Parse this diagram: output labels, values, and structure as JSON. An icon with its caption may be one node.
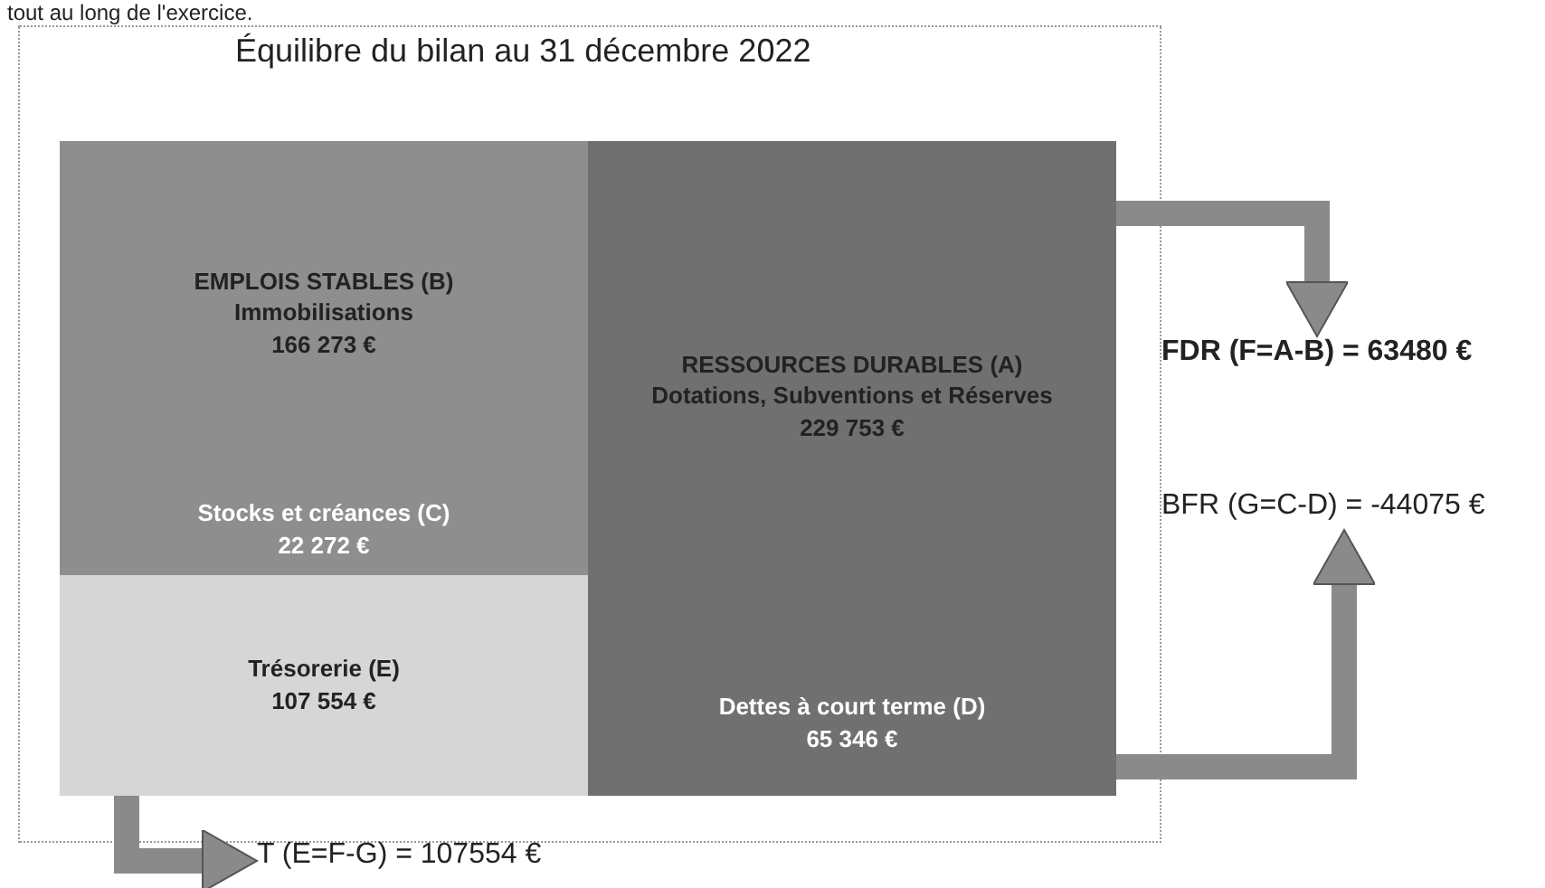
{
  "diagram": {
    "title": "Équilibre du bilan au 31 décembre 2022",
    "nodes": [
      {
        "text": [
          "EMPLOIS STABLES (B)",
          "Immobilisations",
          "166 273 €"
        ]
      },
      {
        "text": [
          "Stocks et créances (C)",
          "22 272 €"
        ]
      },
      {
        "text": [
          "Trésorerie (E)",
          "107 554 €"
        ]
      },
      {
        "text": [
          "RESSOURCES DURABLES (A)",
          "Dotations, Subventions et Réserves",
          "229 753 €"
        ]
      },
      {
        "text": [
          "Dettes à court terme (D)",
          "65 346 €"
        ]
      },
      {
        "text": [
          "FDR (F=A-B) = 63480 €"
        ]
      },
      {
        "text": [
          "BFR (G=C-D) = -44075 €"
        ]
      },
      {
        "text": [
          "T (E=F-G) = 107554 €"
        ]
      }
    ],
    "edges": [
      {
        "from": 3,
        "to": 5,
        "arrow": "to"
      },
      {
        "from": 4,
        "to": 6,
        "arrow": "to"
      },
      {
        "from": 2,
        "to": 7,
        "arrow": "to"
      }
    ],
    "labels": [
      "tout au long de l'exercice."
    ]
  }
}
